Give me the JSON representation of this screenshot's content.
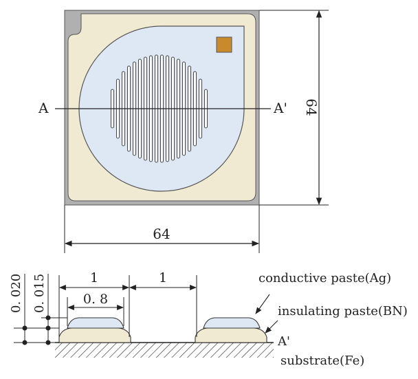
{
  "top_view": {
    "section_start": "A",
    "section_end": "A'",
    "width_dim": "64",
    "height_dim": "64"
  },
  "cross_section": {
    "pad_width": "1",
    "gap_width": "1",
    "paste_width": "0. 8",
    "total_height": "0. 020",
    "substrate_height": "0. 015",
    "section_label": "A'",
    "labels": {
      "conductive": "conductive paste(Ag)",
      "insulating": "insulating paste(BN)",
      "substrate": "substrate(Fe)"
    }
  },
  "colors": {
    "board": "#f0ead2",
    "disc": "#dde8f4",
    "pad": "#c88a2c",
    "frame": "#a9a9a9"
  }
}
